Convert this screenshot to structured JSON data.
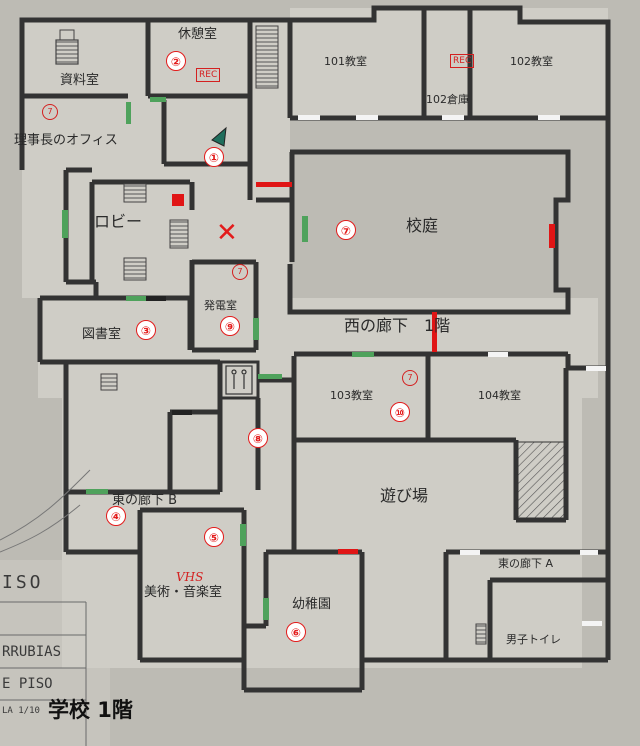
{
  "title": "学校 1階",
  "rooms": {
    "shiryoushitsu": "資料室",
    "kyuukeishitsu": "休憩室",
    "rijichou": "理事長のオフィス",
    "lobby": "ロビー",
    "toshoshitsu": "図書室",
    "hatsudenshitsu": "発電室",
    "kyoushitsu101": "101教室",
    "souko102": "102倉庫",
    "kyoushitsu102": "102教室",
    "koutei": "校庭",
    "nishi_rouka": "西の廊下　1階",
    "kyoushitsu103": "103教室",
    "kyoushitsu104": "104教室",
    "asobiba": "遊び場",
    "higashi_rouka_b": "東の廊下 B",
    "bijutsu": "美術・音楽室",
    "youchien": "幼稚園",
    "higashi_rouka_a": "東の廊下 A",
    "danshi_toilet": "男子トイレ"
  },
  "markers": [
    "②",
    "①",
    "③",
    "⑨",
    "⑦",
    "⑧",
    "⑩",
    "④",
    "⑤",
    "⑥"
  ],
  "x_mark": "✕",
  "annotations": {
    "rec": "REC",
    "vhs": "VHS",
    "small_circle": "7"
  },
  "side_text": {
    "piso": "ISO",
    "arrubias": "RRUBIAS",
    "piso2": "E PISO",
    "la": "LA 1/10"
  },
  "colors": {
    "marker": "#e31b1b",
    "door_green": "#4fa25c",
    "door_white": "#f4f4f4",
    "door_red": "#e01515",
    "wall": "#333333"
  }
}
